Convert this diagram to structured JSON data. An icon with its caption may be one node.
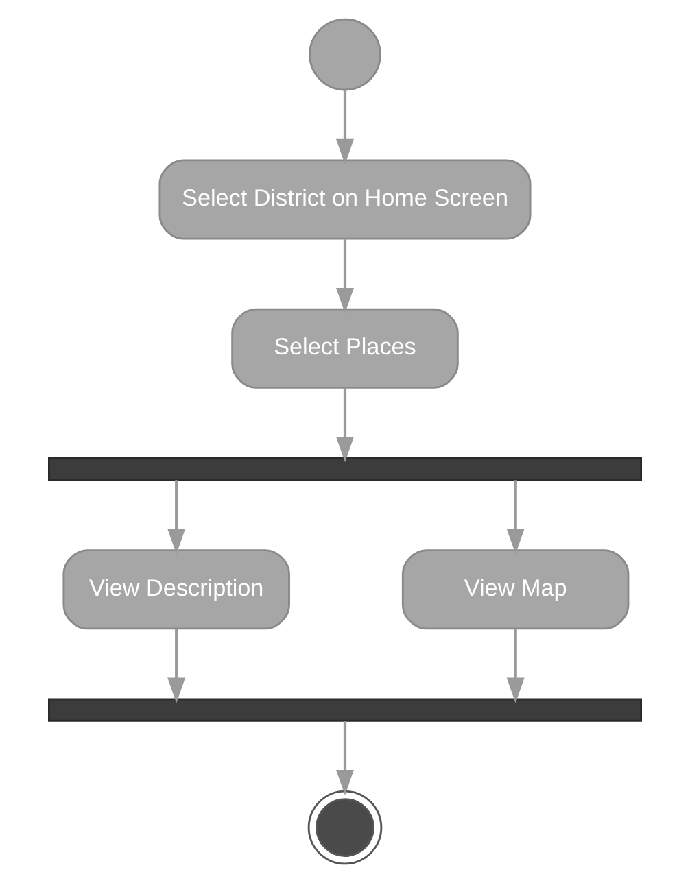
{
  "diagram": {
    "nodes": [
      {
        "text": [],
        "shape": "circle"
      },
      {
        "text": [
          "Select District on Home Screen"
        ]
      },
      {
        "text": [
          "Select Places"
        ]
      },
      {
        "text": [],
        "shape": "bar"
      },
      {
        "text": [
          "View Description"
        ]
      },
      {
        "text": [
          "View Map"
        ]
      },
      {
        "text": [],
        "shape": "bar"
      },
      {
        "text": [],
        "shape": "circle"
      }
    ],
    "edges": [
      {
        "from": 0,
        "to": 1,
        "arrow": "to"
      },
      {
        "from": 1,
        "to": 2,
        "arrow": "to"
      },
      {
        "from": 2,
        "to": 3,
        "arrow": "to"
      },
      {
        "from": 3,
        "to": 4,
        "arrow": "to"
      },
      {
        "from": 3,
        "to": 5,
        "arrow": "to"
      },
      {
        "from": 4,
        "to": 6,
        "arrow": "to"
      },
      {
        "from": 5,
        "to": 6,
        "arrow": "to"
      },
      {
        "from": 6,
        "to": 7,
        "arrow": "to"
      }
    ]
  }
}
